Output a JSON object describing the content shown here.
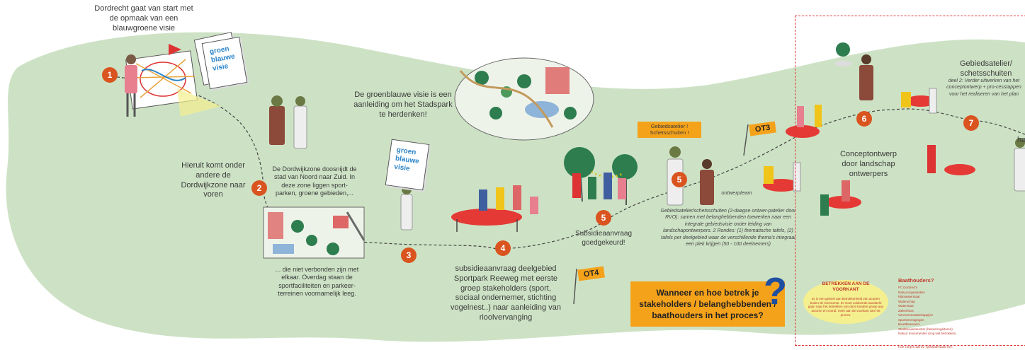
{
  "colors": {
    "field": "#cde2c5",
    "orange": "#d9541f",
    "flag": "#f5a21b",
    "question": "#1f4fa0",
    "table": "#e53935",
    "blue": "#2b84c8"
  },
  "steps": {
    "s1": {
      "num": "1",
      "text": "Dordrecht gaat van start met de opmaak van een blauwgroene visie"
    },
    "s2": {
      "num": "2",
      "text": "Hieruit komt onder andere de Dordwijkzone naar voren",
      "detail": "De Dordwijkzone doosnijdt de stad van Noord naar Zuid. In deze zone liggen sport-parken, groene gebieden,...",
      "detail2": "... die niet verbonden zijn met elkaar. Overdag staan de sportfaciliteiten en parkeer-terreinen voornamelijk leeg."
    },
    "s3": {
      "num": "3",
      "text": "De groenblauwe visie is een aanleiding om het Stadspark te herdenken!"
    },
    "s4": {
      "num": "4",
      "text": "subsidieaanvraag deelgebied Sportpark Reeweg met eerste groep stakeholders (sport, sociaal ondernemer, stichting vogelnest..) naar aanleiding van rioolvervanging"
    },
    "s5": {
      "num": "5",
      "text": "Subsidieaanvraag goedgekeurd!",
      "sign": "Gebiedsatelier ! Schetsschuiten !",
      "team": "ontwerpteam",
      "detail": "Gebiedsatelier/schetsschuiten (2-daagse ontwer-patelier door RVO): samen met belanghebbenden toewerken naar een integrale gebiedsvisie onder leiding van landschapontwerpers. 2 Rondes: (1) thematische tafels, (2) tafels per deelgebied waar de verschillende thema's integraal een plek krijgen (50 - 100 deelnemers)"
    },
    "s6": {
      "num": "6",
      "text": "Conceptontwerp door landschap ontwerpers"
    },
    "s7": {
      "num": "7",
      "title": "Gebiedsatelier/ schetsschuiten",
      "detail": "deel 2: Verder uitwerken van het conceptontwerp + pro-cesstappen voor het realiseren van het plan"
    }
  },
  "cards": {
    "line1": "groen",
    "line2": "blauwe",
    "line3": "visie"
  },
  "flags": {
    "ot3": "OT3",
    "ot4": "OT4"
  },
  "question": {
    "text": "Wanneer en hoe betrek je stakeholders / belanghebbenden / baathouders in het proces?",
    "mark": "?"
  },
  "panel": {
    "title": "BETREKKEN AAN DE VOORKANT",
    "body": "Er is een gebrek aan betrokkenheid van actoren buiten de Gemeente. Er moet voldoende aandacht gaan naar het betrekken van deze bredere groep aan actoren en vooral: meer aan de voorkant van het proces.",
    "baat_title": "Baathouders?",
    "baat_list": [
      "FC Dordrecht",
      "Natuurorganisaties",
      "Rijkswaterstaat",
      "Waterschap",
      "Waterstaat",
      "Ziekenhuis",
      "Vervoersmaatschappijen",
      "Sportverenigingen",
      "Buurtbewoners",
      "Stadsbouwmeester (bekeerregeltoren)",
      "Natuur monumenten (nog wel betrokken)"
    ],
    "footer": "Hoe zorgen dat bv. rijkswaterstaat een"
  },
  "edge": "ha"
}
